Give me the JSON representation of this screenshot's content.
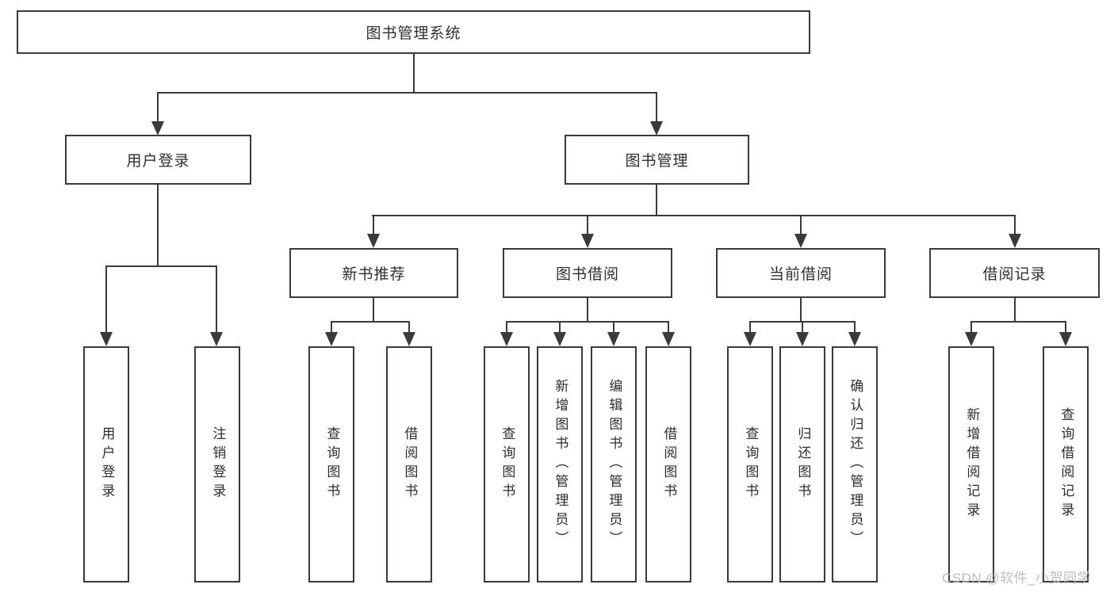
{
  "diagram": {
    "title": "图书管理系统",
    "line_color": "#3a3a3a",
    "text_color": "#2e2e2e",
    "background_color": "#ffffff",
    "watermark_color": "#b9b9b9"
  },
  "nodes": {
    "root": {
      "label": "图书管理系统"
    },
    "user_login": {
      "label": "用户登录"
    },
    "book_mgmt": {
      "label": "图书管理"
    },
    "new_book_rec": {
      "label": "新书推荐"
    },
    "book_borrow": {
      "label": "图书借阅"
    },
    "current_borrow": {
      "label": "当前借阅"
    },
    "borrow_record": {
      "label": "借阅记录"
    },
    "leaf_user_login": {
      "label": "用户登录"
    },
    "leaf_logout": {
      "label": "注销登录"
    },
    "leaf_query_book_rec": {
      "label": "查询图书"
    },
    "leaf_borrow_book_rec": {
      "label": "借阅图书"
    },
    "leaf_query_book_borrow": {
      "label": "查询图书"
    },
    "leaf_add_book": {
      "label": "新增图书（管理员）"
    },
    "leaf_edit_book": {
      "label": "编辑图书（管理员）"
    },
    "leaf_borrow_book_borrow": {
      "label": "借阅图书"
    },
    "leaf_query_book_current": {
      "label": "查询图书"
    },
    "leaf_return_book": {
      "label": "归还图书"
    },
    "leaf_confirm_return": {
      "label": "确认归还（管理员）"
    },
    "leaf_add_record": {
      "label": "新增借阅记录"
    },
    "leaf_query_record": {
      "label": "查询借阅记录"
    }
  },
  "hierarchy": {
    "图书管理系统": {
      "用户登录": [
        "用户登录",
        "注销登录"
      ],
      "图书管理": {
        "新书推荐": [
          "查询图书",
          "借阅图书"
        ],
        "图书借阅": [
          "查询图书",
          "新增图书（管理员）",
          "编辑图书（管理员）",
          "借阅图书"
        ],
        "当前借阅": [
          "查询图书",
          "归还图书",
          "确认归还（管理员）"
        ],
        "借阅记录": [
          "新增借阅记录",
          "查询借阅记录"
        ]
      }
    }
  },
  "watermark": {
    "text": "CSDN @软件_小贺同学"
  }
}
